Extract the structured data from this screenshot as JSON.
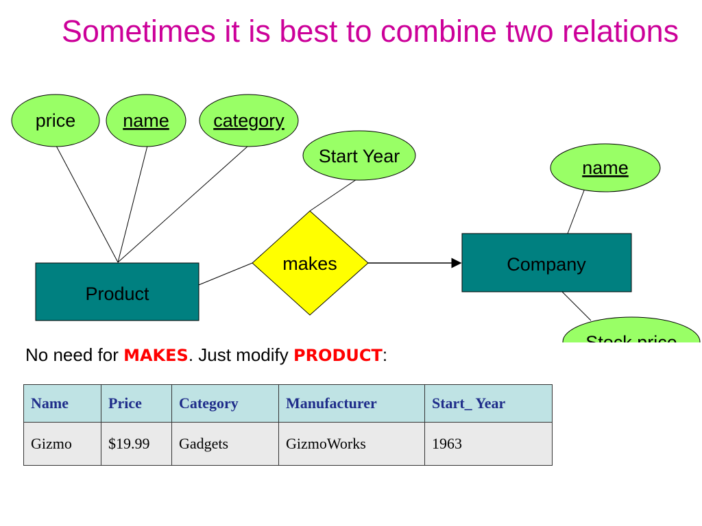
{
  "title": "Sometimes it is best to combine two relations",
  "er": {
    "attributes": [
      {
        "label": "price",
        "key": false
      },
      {
        "label": "name",
        "key": true
      },
      {
        "label": "category",
        "key": true
      },
      {
        "label": "Start Year",
        "key": false
      },
      {
        "label": "name",
        "key": true
      },
      {
        "label": "Stock price",
        "key": false
      }
    ],
    "entities": [
      "Product",
      "Company"
    ],
    "relationship": "makes"
  },
  "caption": {
    "prefix": "No need for ",
    "makes": "makes",
    "middle": ".  Just modify ",
    "product": "Product",
    "suffix": ":"
  },
  "table": {
    "headers": [
      "Name",
      "Price",
      "Category",
      "Manufacturer",
      "Start_ Year"
    ],
    "rows": [
      [
        "Gizmo",
        "$19.99",
        "Gadgets",
        "GizmoWorks",
        "1963"
      ]
    ]
  },
  "colors": {
    "title": "#cc0099",
    "attribute_fill": "#99ff66",
    "entity_fill": "#008080",
    "relationship_fill": "#ffff00",
    "emphasis": "#ff0000",
    "header_fill": "#bfe3e4",
    "header_text": "#1f2d8a",
    "cell_fill": "#eaeaea"
  }
}
